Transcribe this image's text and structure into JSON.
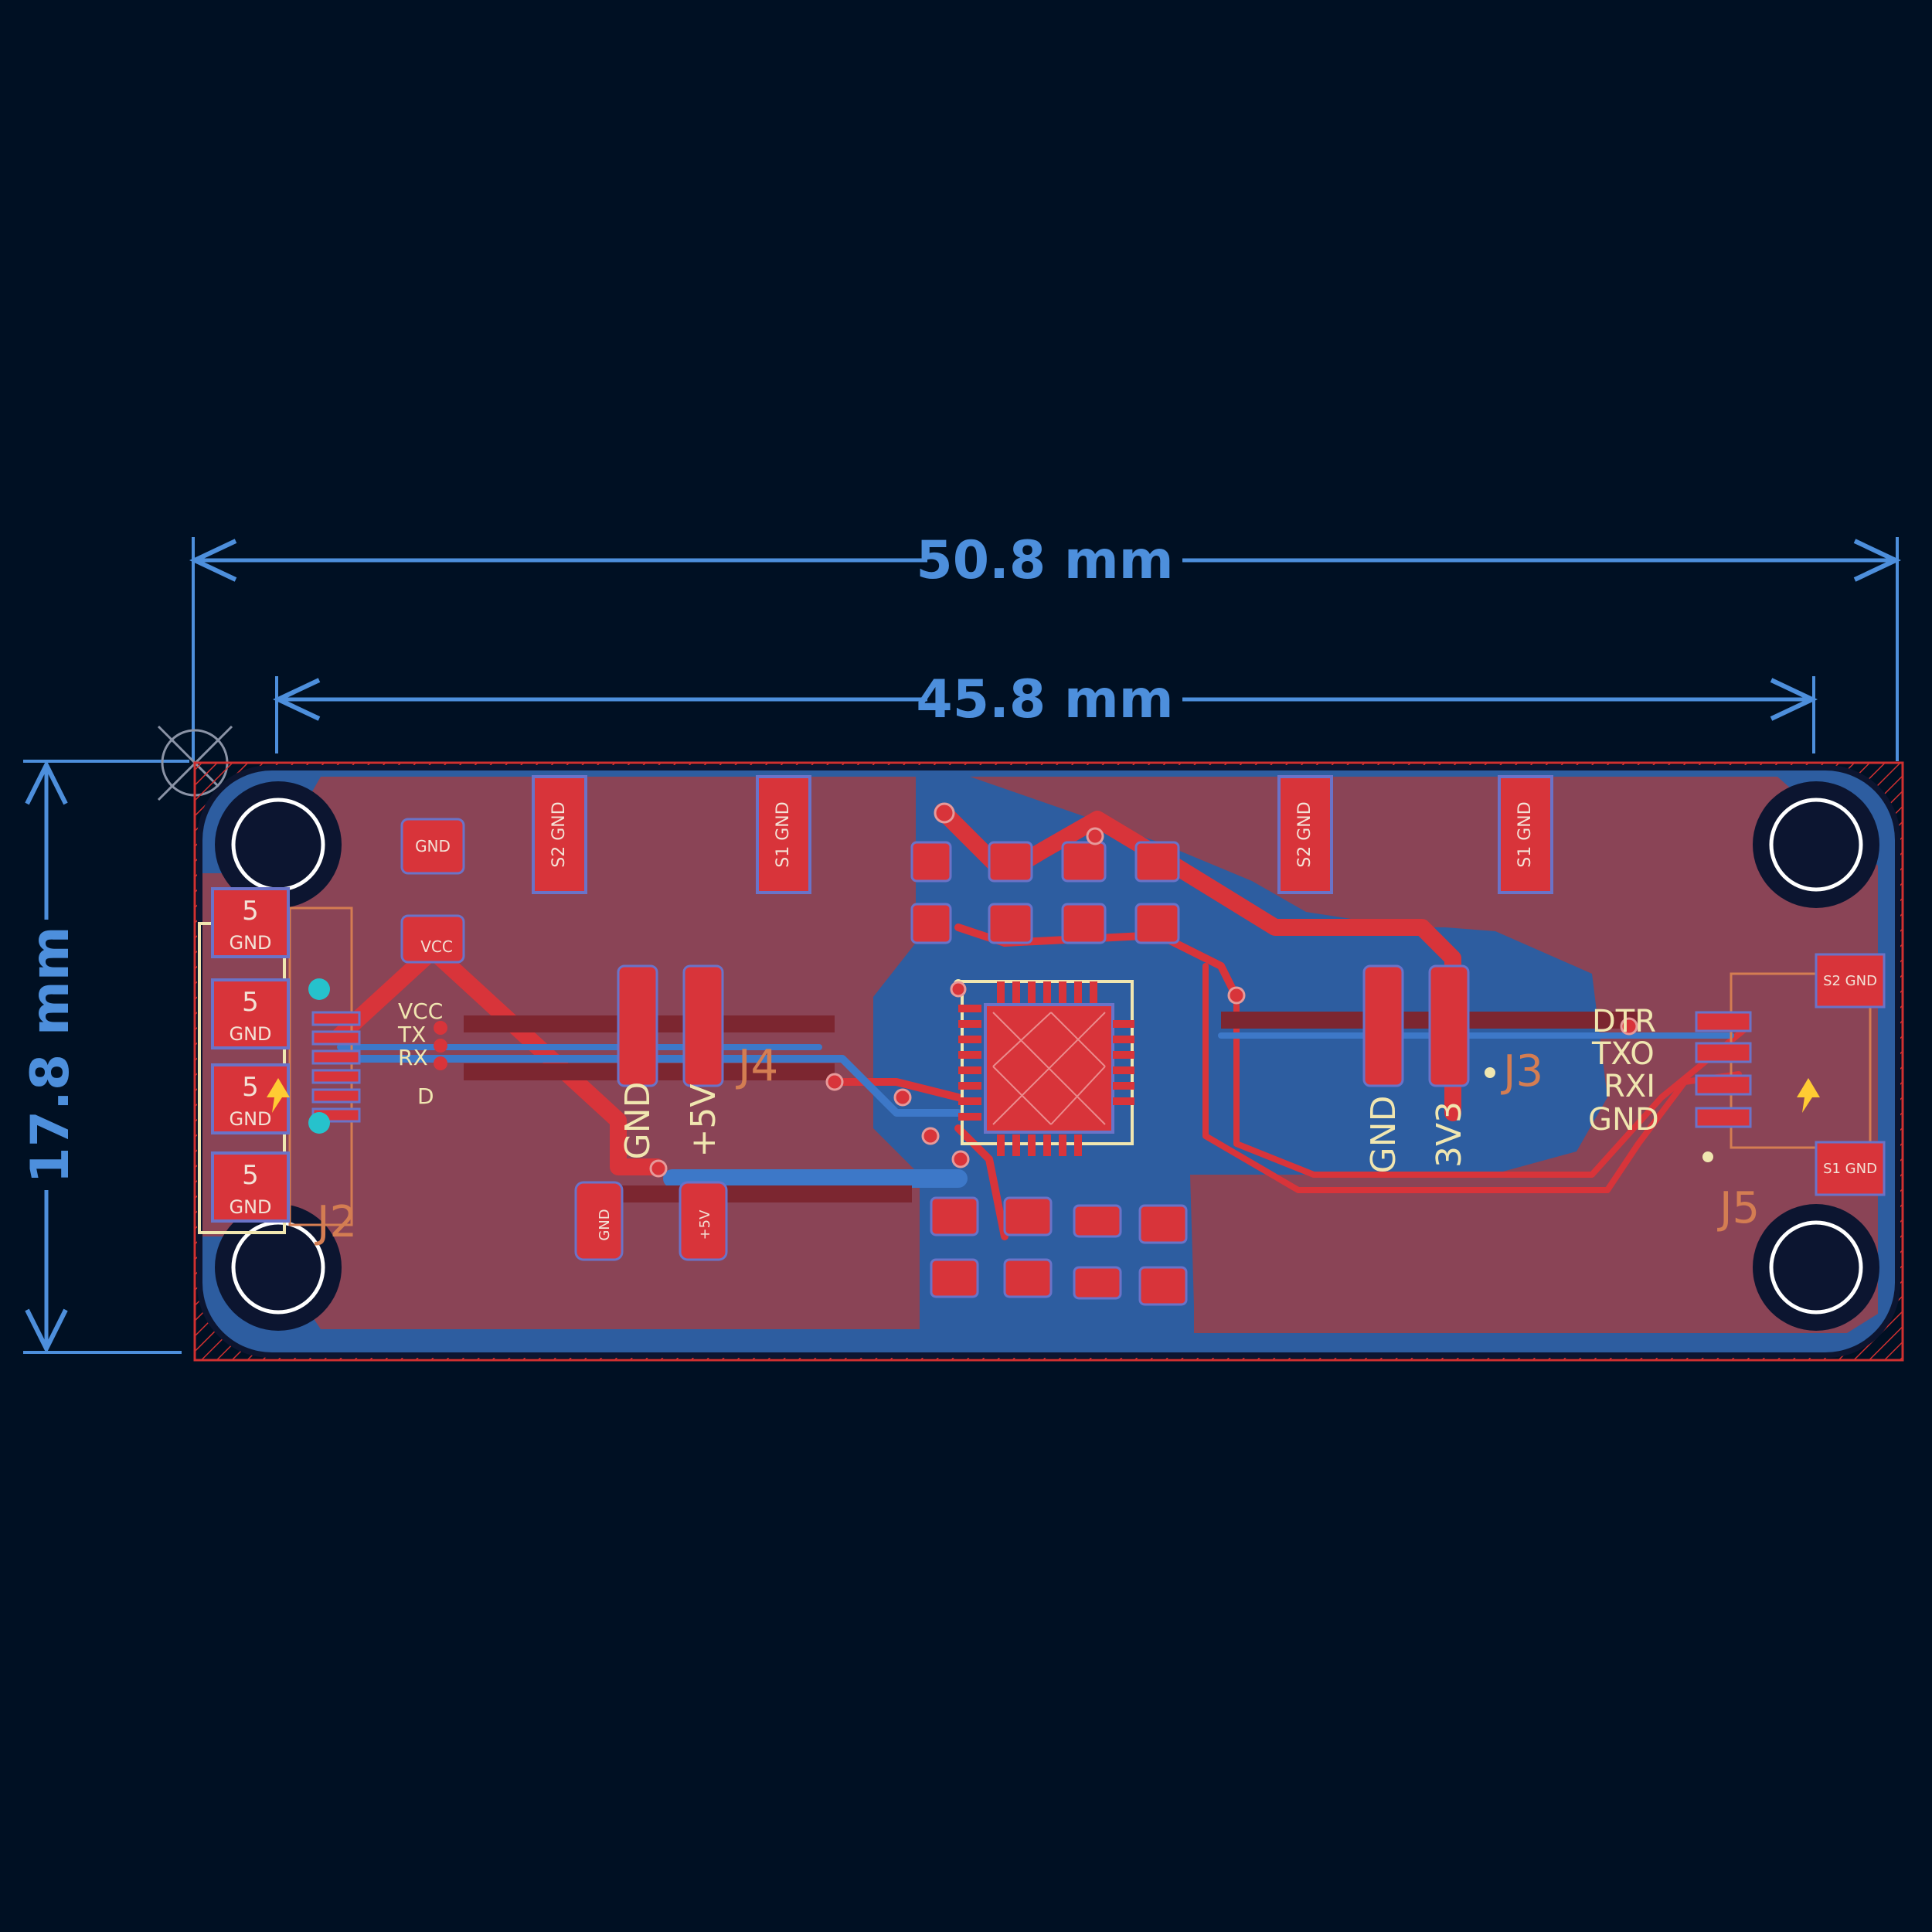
{
  "colors": {
    "background": "#001023",
    "board_fill": "#8a4456",
    "copper_front": "#c8383e",
    "copper_back": "#2d5da0",
    "dimension": "#4d8fdc",
    "silkscreen": "#f0e6b0",
    "courtyard": "#d47d52",
    "outline": "#d03030"
  },
  "dimensions": {
    "width_outer": "50.8 mm",
    "width_inner": "45.8 mm",
    "height": "17.8 mm"
  },
  "references": {
    "j2": "J2",
    "j3": "J3",
    "j4": "J4",
    "j5": "J5"
  },
  "j2_pad_labels": [
    "5",
    "5",
    "5",
    "5"
  ],
  "j2_pad_net": "GND",
  "j2_silk": [
    "VCC",
    "TX",
    "RX",
    "D"
  ],
  "top_pad_labels": [
    "S2 GND",
    "S1 GND",
    "S2 GND",
    "S1 GND"
  ],
  "j4_pads": [
    "GND",
    "+5V"
  ],
  "j4_silk": [
    "GND",
    "+5V"
  ],
  "j3_silk": [
    "GND",
    "3V3"
  ],
  "j5_silk": [
    "DTR",
    "TXO",
    "RXI",
    "GND"
  ],
  "j5_side_pads": [
    "S2 GND",
    "S1 GND"
  ],
  "cap_net": [
    "GND",
    "VCC",
    "GND"
  ],
  "icons": [
    "crosshair-origin-icon",
    "mounting-hole-icon",
    "anchor-arrow-icon"
  ]
}
